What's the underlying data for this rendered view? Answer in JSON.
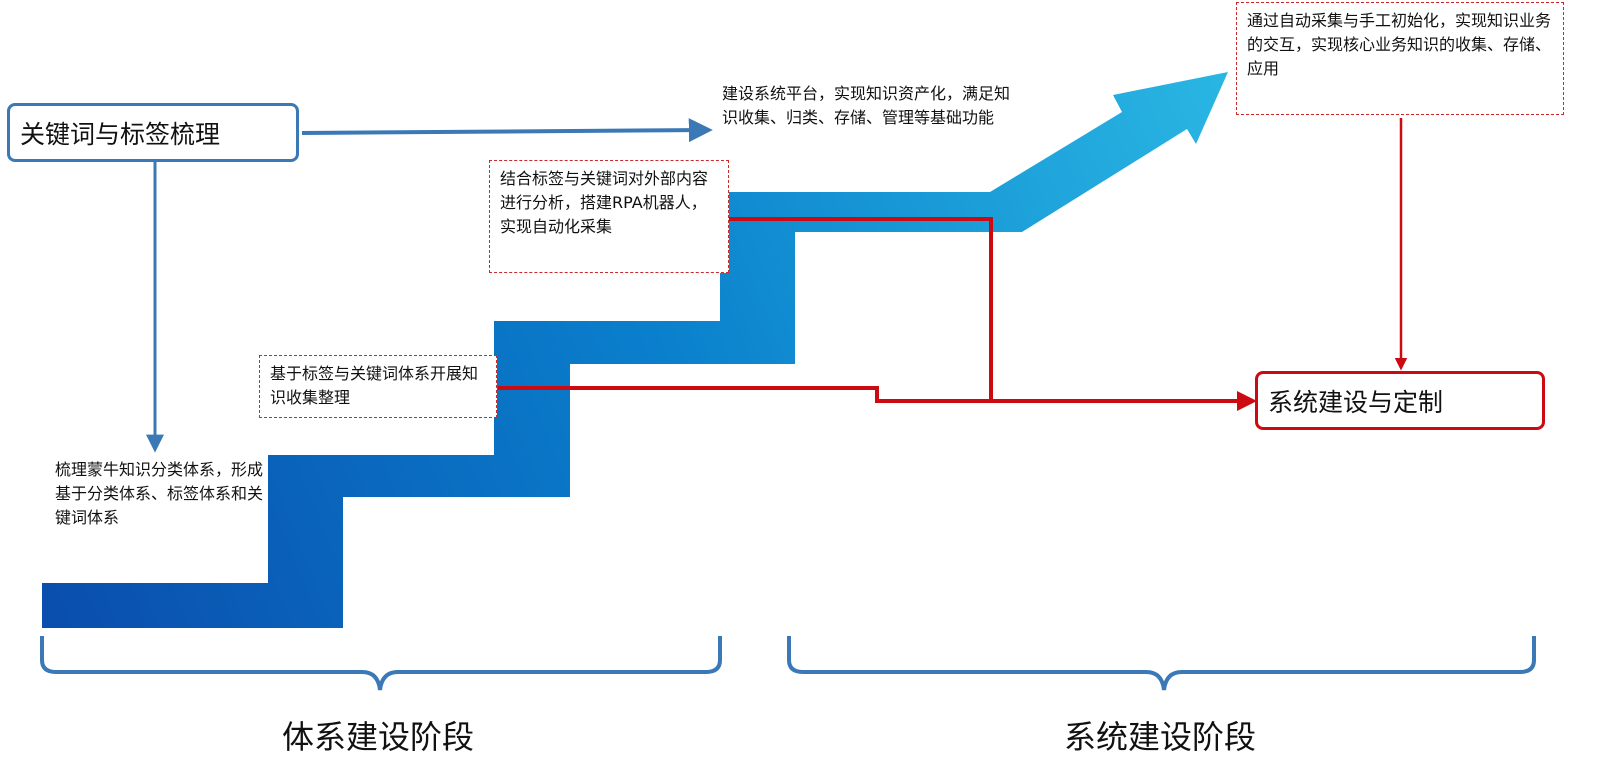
{
  "boxes": {
    "keywords_tags": "关键词与标签梳理",
    "system_custom": "系统建设与定制",
    "label_collect": "基于标签与关键词体系开展知识收集整理",
    "rpa_collect": "结合标签与关键词对外部内容进行分析，搭建RPA机器人，实现自动化采集",
    "auto_manual": "通过自动采集与手工初始化，实现知识业务的交互，实现核心业务知识的收集、存储、应用"
  },
  "notes": {
    "taxonomy": "梳理蒙牛知识分类体系，形成基于分类体系、标签体系和关键词体系",
    "platform": "建设系统平台，实现知识资产化，满足知识收集、归类、存储、管理等基础功能"
  },
  "phases": {
    "phase1": "体系建设阶段",
    "phase2": "系统建设阶段"
  },
  "colors": {
    "blue_line": "#3a79b6",
    "red_line": "#cc0a12",
    "stair_dark": "#0a4fad",
    "stair_light": "#2ab7e3"
  }
}
